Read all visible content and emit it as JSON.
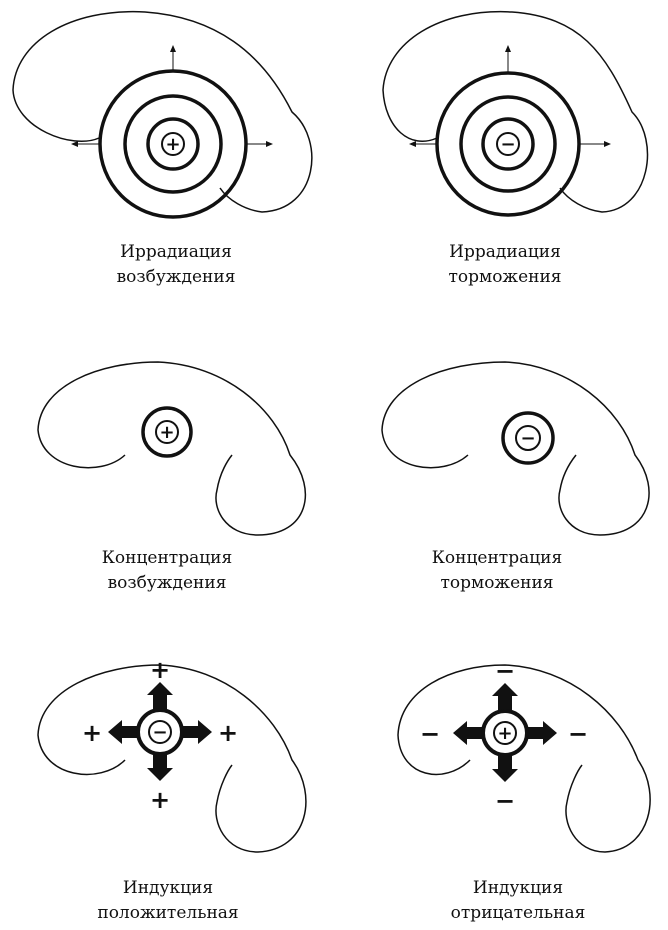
{
  "panels": [
    {
      "id": "irr-exc",
      "line1": "Иррадиация",
      "line2": "возбуждения",
      "sign": "+",
      "type": "irradiation"
    },
    {
      "id": "irr-inh",
      "line1": "Иррадиация",
      "line2": "торможения",
      "sign": "−",
      "type": "irradiation"
    },
    {
      "id": "con-exc",
      "line1": "Концентрация",
      "line2": "возбуждения",
      "sign": "+",
      "type": "concentration"
    },
    {
      "id": "con-inh",
      "line1": "Концентрация",
      "line2": "торможения",
      "sign": "−",
      "type": "concentration"
    },
    {
      "id": "ind-pos",
      "line1": "Индукция",
      "line2": "положительная",
      "sign": "−",
      "type": "induction",
      "outer_sign": "+"
    },
    {
      "id": "ind-neg",
      "line1": "Индукция",
      "line2": "отрицательная",
      "sign": "+",
      "type": "induction",
      "outer_sign": "−"
    }
  ]
}
